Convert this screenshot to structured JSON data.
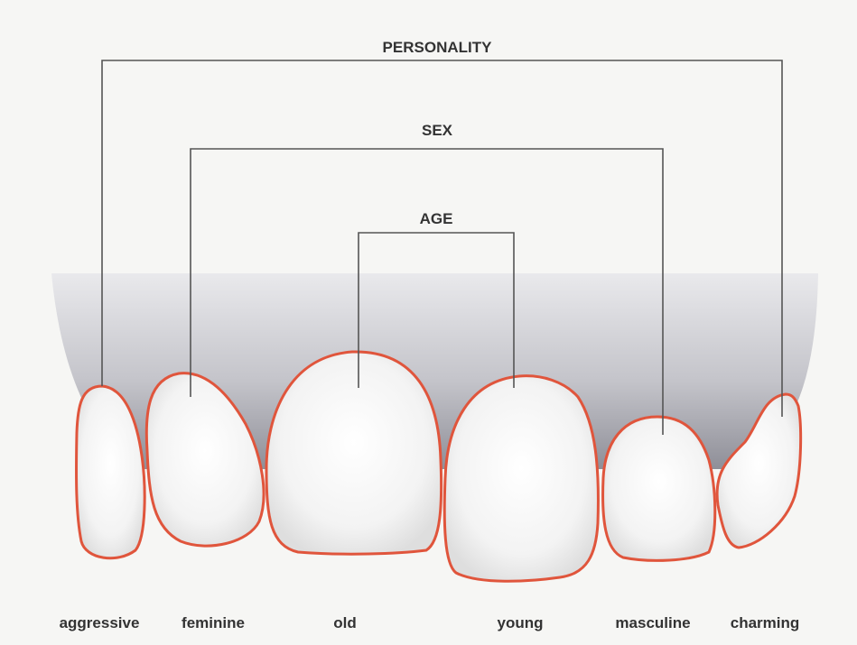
{
  "diagram": {
    "brackets": {
      "personality": "PERSONALITY",
      "sex": "SEX",
      "age": "AGE"
    },
    "teeth": {
      "aggressive": "aggressive",
      "feminine": "feminine",
      "old": "old",
      "young": "young",
      "masculine": "masculine",
      "charming": "charming"
    },
    "colors": {
      "outline": "#e0553c",
      "line": "#555555",
      "gum": "#9a9aa3",
      "text": "#333333"
    }
  }
}
